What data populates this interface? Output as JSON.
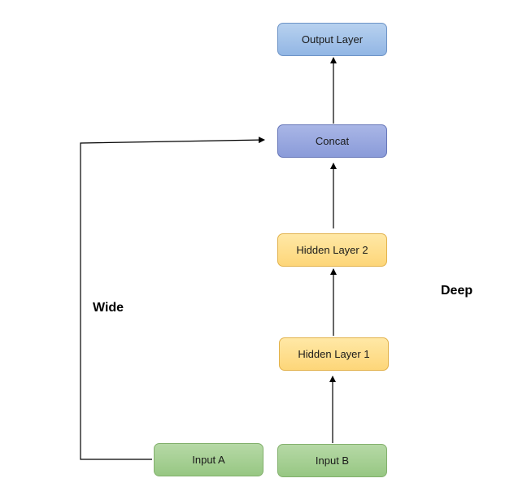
{
  "nodes": {
    "output_layer": "Output Layer",
    "concat": "Concat",
    "hidden_layer_2": "Hidden Layer 2",
    "hidden_layer_1": "Hidden Layer 1",
    "input_a": "Input A",
    "input_b": "Input B"
  },
  "labels": {
    "wide": "Wide",
    "deep": "Deep"
  },
  "colors": {
    "output_layer": "#9dbde8",
    "concat": "#8e9fdb",
    "hidden_layer": "#fddb85",
    "input": "#a3cf8f"
  }
}
